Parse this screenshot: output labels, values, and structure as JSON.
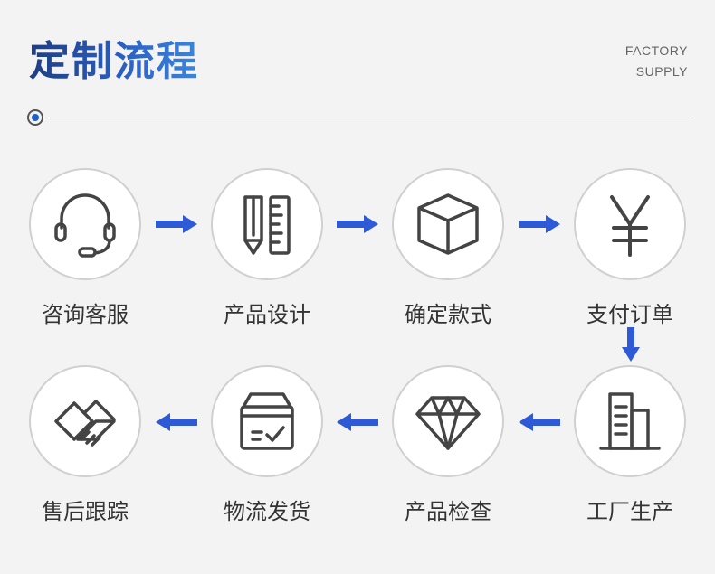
{
  "header": {
    "title": "定制流程",
    "subtitle_line1": "FACTORY",
    "subtitle_line2": "SUPPLY"
  },
  "accent_color": "#2f5ad6",
  "steps": [
    {
      "label": "咨询客服",
      "icon": "headset-icon"
    },
    {
      "label": "产品设计",
      "icon": "pencil-ruler-icon"
    },
    {
      "label": "确定款式",
      "icon": "cube-icon"
    },
    {
      "label": "支付订单",
      "icon": "yen-icon"
    },
    {
      "label": "工厂生产",
      "icon": "building-icon"
    },
    {
      "label": "产品检查",
      "icon": "diamond-icon"
    },
    {
      "label": "物流发货",
      "icon": "package-check-icon"
    },
    {
      "label": "售后跟踪",
      "icon": "handshake-icon"
    }
  ]
}
